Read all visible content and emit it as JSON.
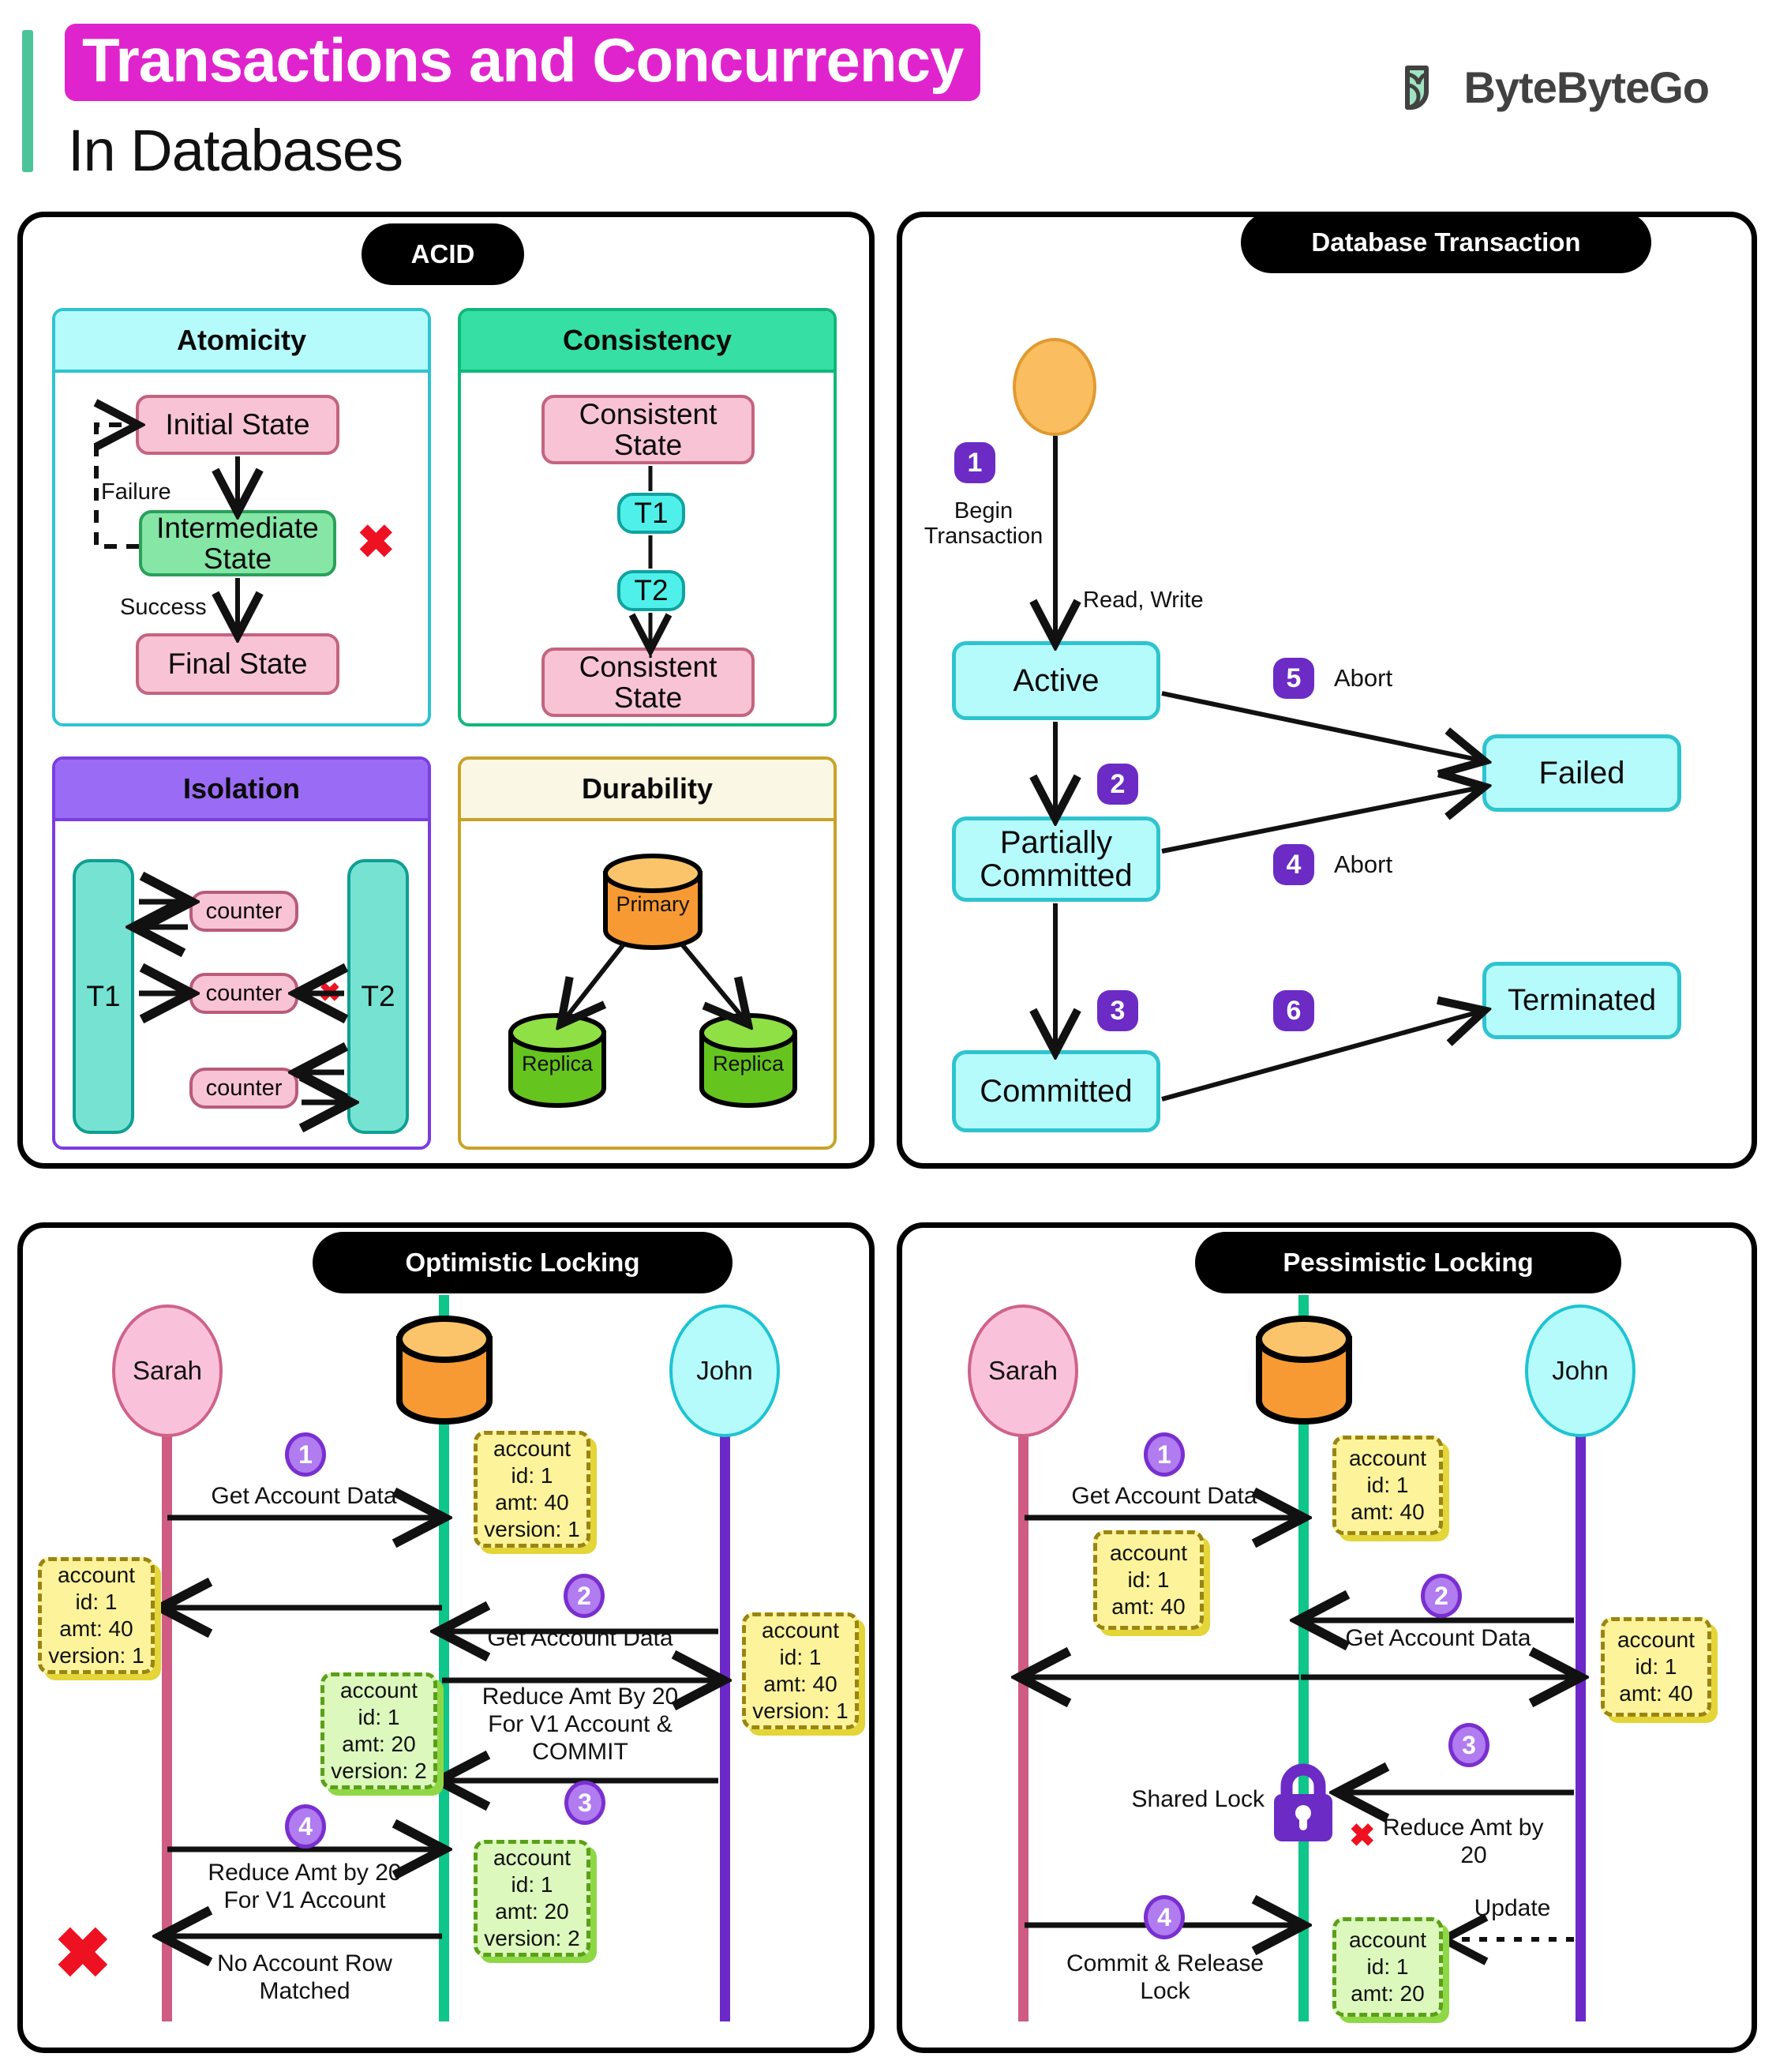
{
  "header": {
    "title_highlight": "Transactions and Concurrency",
    "subtitle": "In Databases",
    "brand": "ByteByteGo",
    "accent_magenta": "#e024cd",
    "accent_green": "#4cc49a"
  },
  "panels": {
    "acid": {
      "tab": "ACID",
      "atomicity": {
        "title": "Atomicity",
        "nodes": [
          "Initial State",
          "Intermediate State",
          "Final State"
        ],
        "edge_labels": [
          "Failure",
          "Success"
        ],
        "error_mark": "✖"
      },
      "consistency": {
        "title": "Consistency",
        "nodes": [
          "Consistent State",
          "T1",
          "T2",
          "Consistent State"
        ]
      },
      "isolation": {
        "title": "Isolation",
        "transactions": [
          "T1",
          "T2"
        ],
        "counters": [
          "counter",
          "counter",
          "counter"
        ],
        "error_mark": "✖"
      },
      "durability": {
        "title": "Durability",
        "primary": "Primary",
        "replicas": [
          "Replica",
          "Replica"
        ]
      }
    },
    "database_transaction": {
      "tab": "Database Transaction",
      "states": [
        "Active",
        "Partially Committed",
        "Committed",
        "Failed",
        "Terminated"
      ],
      "steps": [
        {
          "num": "1",
          "label": "Begin\nTransaction"
        },
        {
          "num": "2",
          "label": ""
        },
        {
          "num": "3",
          "label": ""
        },
        {
          "num": "4",
          "label": "Abort"
        },
        {
          "num": "5",
          "label": "Abort"
        },
        {
          "num": "6",
          "label": ""
        }
      ],
      "step_1": "1",
      "step_1_label_line1": "Begin",
      "step_1_label_line2": "Transaction",
      "read_write_label": "Read, Write",
      "step_2": "2",
      "step_3": "3",
      "step_4": "4",
      "step_4_label": "Abort",
      "step_5": "5",
      "step_5_label": "Abort",
      "step_6": "6",
      "badge_color": "#6b2bc4"
    },
    "optimistic_locking": {
      "tab": "Optimistic Locking",
      "actors": {
        "left": "Sarah",
        "right": "John",
        "db": "database-cylinder"
      },
      "steps": [
        {
          "num": "1",
          "message": "Get Account Data"
        },
        {
          "num": "2",
          "message": "Get Account Data"
        },
        {
          "num": "3",
          "message": "Reduce Amt By 20\nFor V1 Account &\nCOMMIT"
        },
        {
          "num": "4",
          "message": "Reduce Amt by 20\nFor V1 Account"
        }
      ],
      "step_1": "1",
      "msg_1": "Get Account Data",
      "step_2": "2",
      "msg_2": "Get Account Data",
      "step_3": "3",
      "msg_3_l1": "Reduce Amt By 20",
      "msg_3_l2": "For V1 Account &",
      "msg_3_l3": "COMMIT",
      "step_4": "4",
      "msg_4_l1": "Reduce Amt by 20",
      "msg_4_l2": "For V1 Account",
      "msg_fail_l1": "No Account Row",
      "msg_fail_l2": "Matched",
      "error_mark": "✖",
      "notes": [
        {
          "color": "yellow",
          "lines": [
            "account",
            "id: 1",
            "amt: 40",
            "version: 1"
          ]
        },
        {
          "color": "yellow",
          "lines": [
            "account",
            "id: 1",
            "amt: 40",
            "version: 1"
          ]
        },
        {
          "color": "yellow",
          "lines": [
            "account",
            "id: 1",
            "amt: 40",
            "version: 1"
          ]
        },
        {
          "color": "green",
          "lines": [
            "account",
            "id: 1",
            "amt: 20",
            "version: 2"
          ]
        },
        {
          "color": "green",
          "lines": [
            "account",
            "id: 1",
            "amt: 20",
            "version: 2"
          ]
        }
      ],
      "note_db_1": {
        "l1": "account",
        "l2": "id: 1",
        "l3": "amt: 40",
        "l4": "version: 1"
      },
      "note_sarah": {
        "l1": "account",
        "l2": "id: 1",
        "l3": "amt: 40",
        "l4": "version: 1"
      },
      "note_john": {
        "l1": "account",
        "l2": "id: 1",
        "l3": "amt: 40",
        "l4": "version: 1"
      },
      "note_db_2": {
        "l1": "account",
        "l2": "id: 1",
        "l3": "amt: 20",
        "l4": "version: 2"
      },
      "note_db_3": {
        "l1": "account",
        "l2": "id: 1",
        "l3": "amt: 20",
        "l4": "version: 2"
      }
    },
    "pessimistic_locking": {
      "tab": "Pessimistic Locking",
      "actors": {
        "left": "Sarah",
        "right": "John",
        "db": "database-cylinder"
      },
      "steps": [
        {
          "num": "1",
          "message": "Get Account Data"
        },
        {
          "num": "2",
          "message": "Get Account Data"
        },
        {
          "num": "3",
          "message": "Reduce Amt by 20"
        },
        {
          "num": "4",
          "message": "Commit & Release Lock"
        }
      ],
      "step_1": "1",
      "msg_1": "Get Account Data",
      "step_2": "2",
      "msg_2": "Get Account Data",
      "step_3": "3",
      "msg_3_l1": "Reduce Amt by",
      "msg_3_l2": "20",
      "step_4": "4",
      "msg_4_l1": "Commit & Release",
      "msg_4_l2": "Lock",
      "shared_lock_label": "Shared Lock",
      "update_label": "Update",
      "error_mark": "✖",
      "note_db_1": {
        "l1": "account",
        "l2": "id: 1",
        "l3": "amt: 40"
      },
      "note_sarah": {
        "l1": "account",
        "l2": "id: 1",
        "l3": "amt: 40"
      },
      "note_john": {
        "l1": "account",
        "l2": "id: 1",
        "l3": "amt: 40"
      },
      "note_db_2": {
        "l1": "account",
        "l2": "id: 1",
        "l3": "amt: 20"
      }
    }
  },
  "colors": {
    "black": "#000000",
    "purple_badge": "#6b2bc4",
    "purple_badge_light": "#b07cf0",
    "lock_purple": "#6b2bc4",
    "cyan_state": "#b6fbfb",
    "cyan_border": "#2ec4cf",
    "orange_db": "#f79a33",
    "orange_db_top": "#fbc46b",
    "green_replica": "#66c41f",
    "green_replica_top": "#8fe045",
    "pink_actor": "#fac2da",
    "pink_actor_border": "#cf6289",
    "cyan_actor": "#b6fbfb",
    "cyan_actor_border": "#1cc4d2",
    "lifeline_sarah": "#cf5c83",
    "lifeline_db": "#0ec58a",
    "lifeline_john": "#6d28c8",
    "red_x": "#ee1122",
    "note_yellow": "#fdf39a",
    "note_green": "#dcf8bd"
  }
}
